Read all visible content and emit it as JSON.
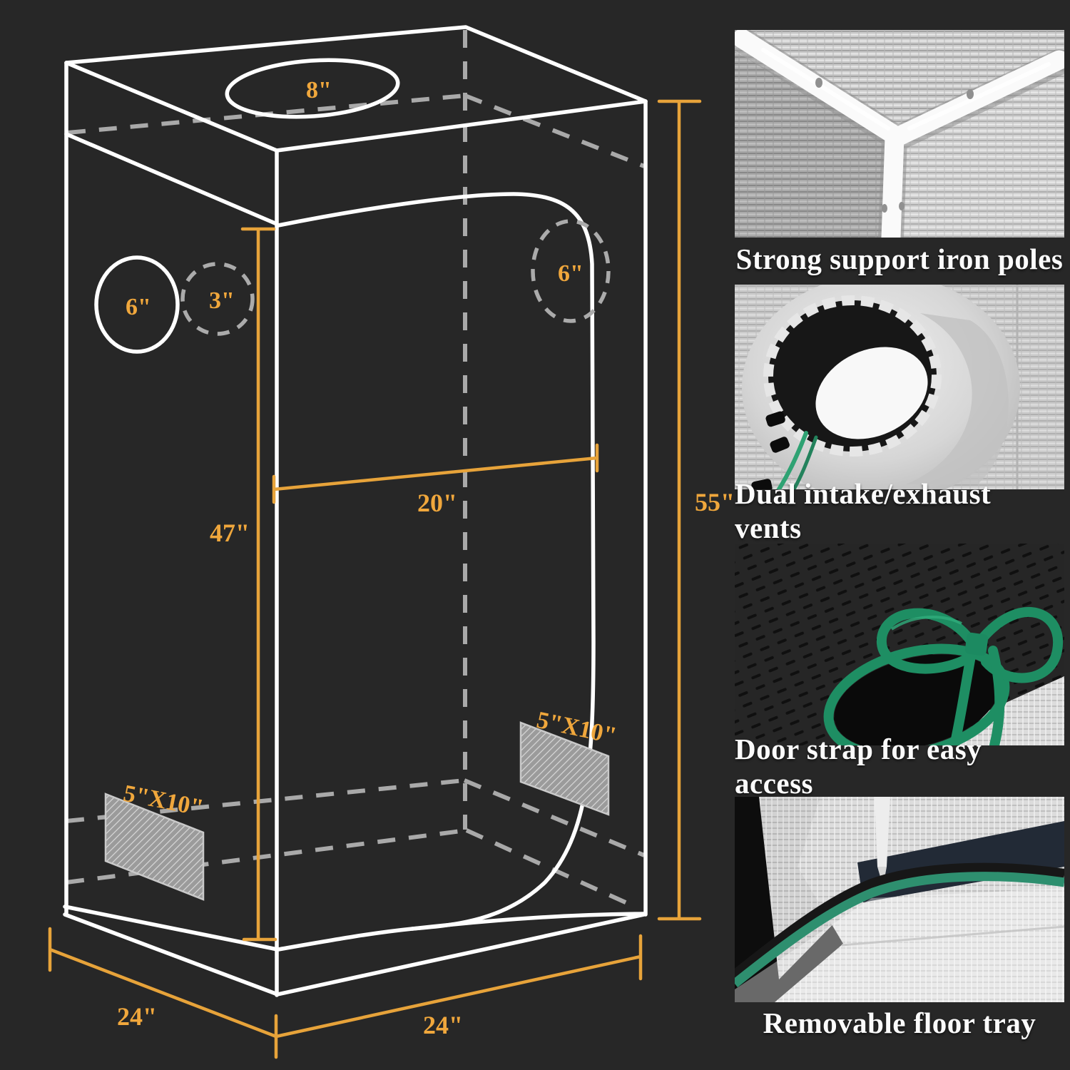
{
  "diagram": {
    "labels": {
      "top_duct": "8\"",
      "side_vent": "6\"",
      "side_duct_small": "3\"",
      "front_duct": "6\"",
      "inner_height": "47\"",
      "door_width": "20\"",
      "total_height": "55\"",
      "side_window": "5\"X10\"",
      "front_window": "5\"X10\"",
      "depth": "24\"",
      "width": "24\""
    },
    "accent_color": "#F0A73C",
    "outline_color": "#FFFFFF",
    "hidden_line_color": "#A9A9A9"
  },
  "features": [
    {
      "caption": "Strong support iron poles"
    },
    {
      "caption": "Dual intake/exhaust vents"
    },
    {
      "caption": "Door strap for easy access"
    },
    {
      "caption": "Removable floor tray"
    }
  ]
}
